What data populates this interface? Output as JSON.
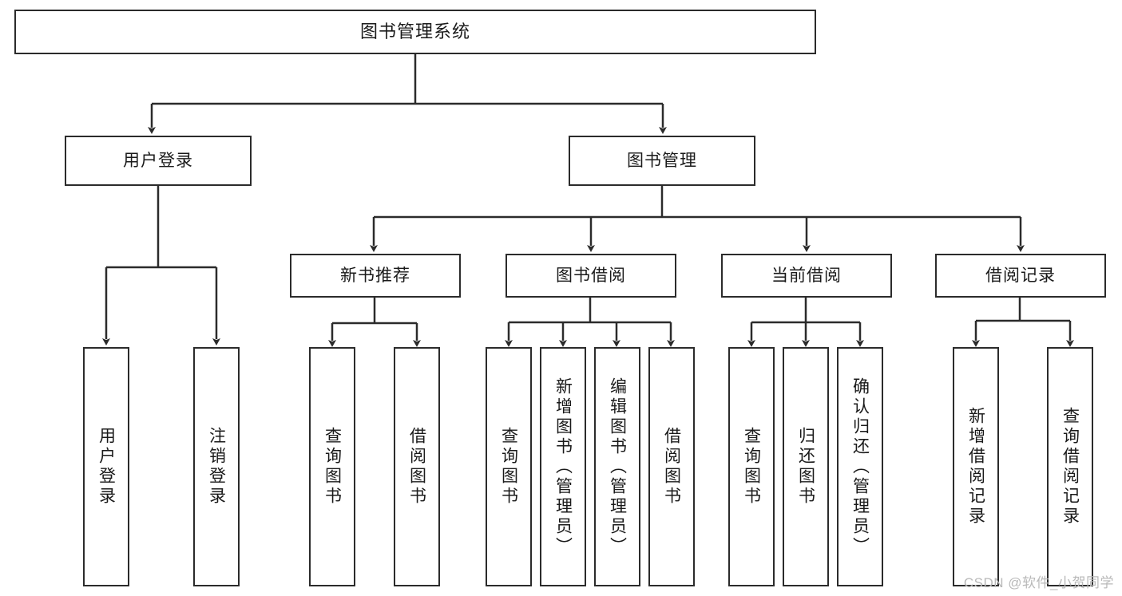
{
  "diagram": {
    "title": "图书管理系统",
    "type": "functional-structure-tree",
    "root": {
      "id": "root",
      "label": "图书管理系统"
    },
    "level2": [
      {
        "id": "user-login",
        "label": "用户登录"
      },
      {
        "id": "book-manage",
        "label": "图书管理"
      }
    ],
    "level3": [
      {
        "id": "new-book-recommend",
        "label": "新书推荐",
        "parent": "book-manage"
      },
      {
        "id": "book-borrow",
        "label": "图书借阅",
        "parent": "book-manage"
      },
      {
        "id": "current-borrow",
        "label": "当前借阅",
        "parent": "book-manage"
      },
      {
        "id": "borrow-record",
        "label": "借阅记录",
        "parent": "book-manage"
      }
    ],
    "leaves": [
      {
        "id": "leaf-user-login",
        "label": "用户登录",
        "parent": "user-login"
      },
      {
        "id": "leaf-user-logout",
        "label": "注销登录",
        "parent": "user-login"
      },
      {
        "id": "leaf-query-book-1",
        "label": "查询图书",
        "parent": "new-book-recommend"
      },
      {
        "id": "leaf-borrow-book-1",
        "label": "借阅图书",
        "parent": "new-book-recommend"
      },
      {
        "id": "leaf-query-book-2",
        "label": "查询图书",
        "parent": "book-borrow"
      },
      {
        "id": "leaf-add-book",
        "label": "新增图书（管理员）",
        "parent": "book-borrow"
      },
      {
        "id": "leaf-edit-book",
        "label": "编辑图书（管理员）",
        "parent": "book-borrow"
      },
      {
        "id": "leaf-borrow-book-2",
        "label": "借阅图书",
        "parent": "book-borrow"
      },
      {
        "id": "leaf-query-book-3",
        "label": "查询图书",
        "parent": "current-borrow"
      },
      {
        "id": "leaf-return-book",
        "label": "归还图书",
        "parent": "current-borrow"
      },
      {
        "id": "leaf-confirm-return",
        "label": "确认归还（管理员）",
        "parent": "current-borrow"
      },
      {
        "id": "leaf-add-record",
        "label": "新增借阅记录",
        "parent": "borrow-record"
      },
      {
        "id": "leaf-query-record",
        "label": "查询借阅记录",
        "parent": "borrow-record"
      }
    ],
    "colors": {
      "stroke": "#2b2b2b",
      "box_fill": "#ffffff",
      "text": "#1a1a1a",
      "watermark": "#b9b9b9"
    }
  },
  "watermark": {
    "text": "CSDN @软件_小贺同学"
  }
}
